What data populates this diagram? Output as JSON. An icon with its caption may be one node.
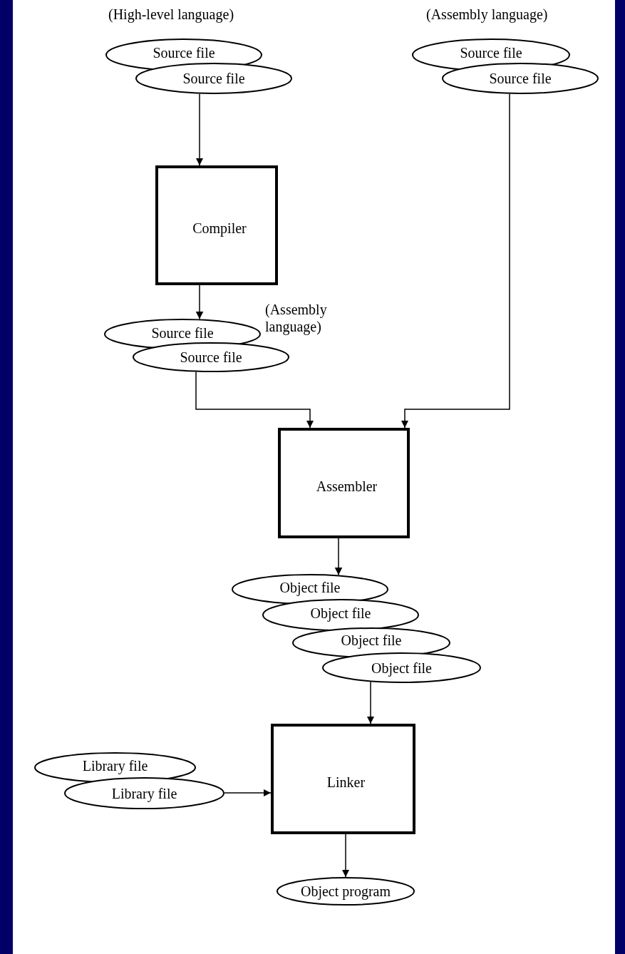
{
  "diagram": {
    "nodes": [
      {
        "text": [
          "Source file"
        ],
        "beside": [
          "(High-level language)"
        ]
      },
      {
        "text": [
          "Source file"
        ]
      },
      {
        "text": [
          "Source file"
        ],
        "beside": [
          "(Assembly language)"
        ]
      },
      {
        "text": [
          "Source file"
        ]
      },
      {
        "text": [
          "Compiler"
        ]
      },
      {
        "text": [
          "Source file"
        ],
        "beside": [
          "(Assembly language)"
        ]
      },
      {
        "text": [
          "Source file"
        ]
      },
      {
        "text": [
          "Assembler"
        ]
      },
      {
        "text": [
          "Object file"
        ]
      },
      {
        "text": [
          "Object file"
        ]
      },
      {
        "text": [
          "Object file"
        ]
      },
      {
        "text": [
          "Object file"
        ]
      },
      {
        "text": [
          "Library file"
        ]
      },
      {
        "text": [
          "Library file"
        ]
      },
      {
        "text": [
          "Linker"
        ]
      },
      {
        "text": [
          "Object program"
        ]
      }
    ],
    "edges": [
      {
        "from": 1,
        "to": 4,
        "arrow": "to"
      },
      {
        "from": 4,
        "to": 5,
        "arrow": "to"
      },
      {
        "from": 6,
        "to": 7,
        "arrow": "to"
      },
      {
        "from": 3,
        "to": 7,
        "arrow": "to"
      },
      {
        "from": 7,
        "to": 8,
        "arrow": "to"
      },
      {
        "from": 11,
        "to": 14,
        "arrow": "to"
      },
      {
        "from": 13,
        "to": 14,
        "arrow": "to"
      },
      {
        "from": 14,
        "to": 15,
        "arrow": "to"
      }
    ]
  }
}
